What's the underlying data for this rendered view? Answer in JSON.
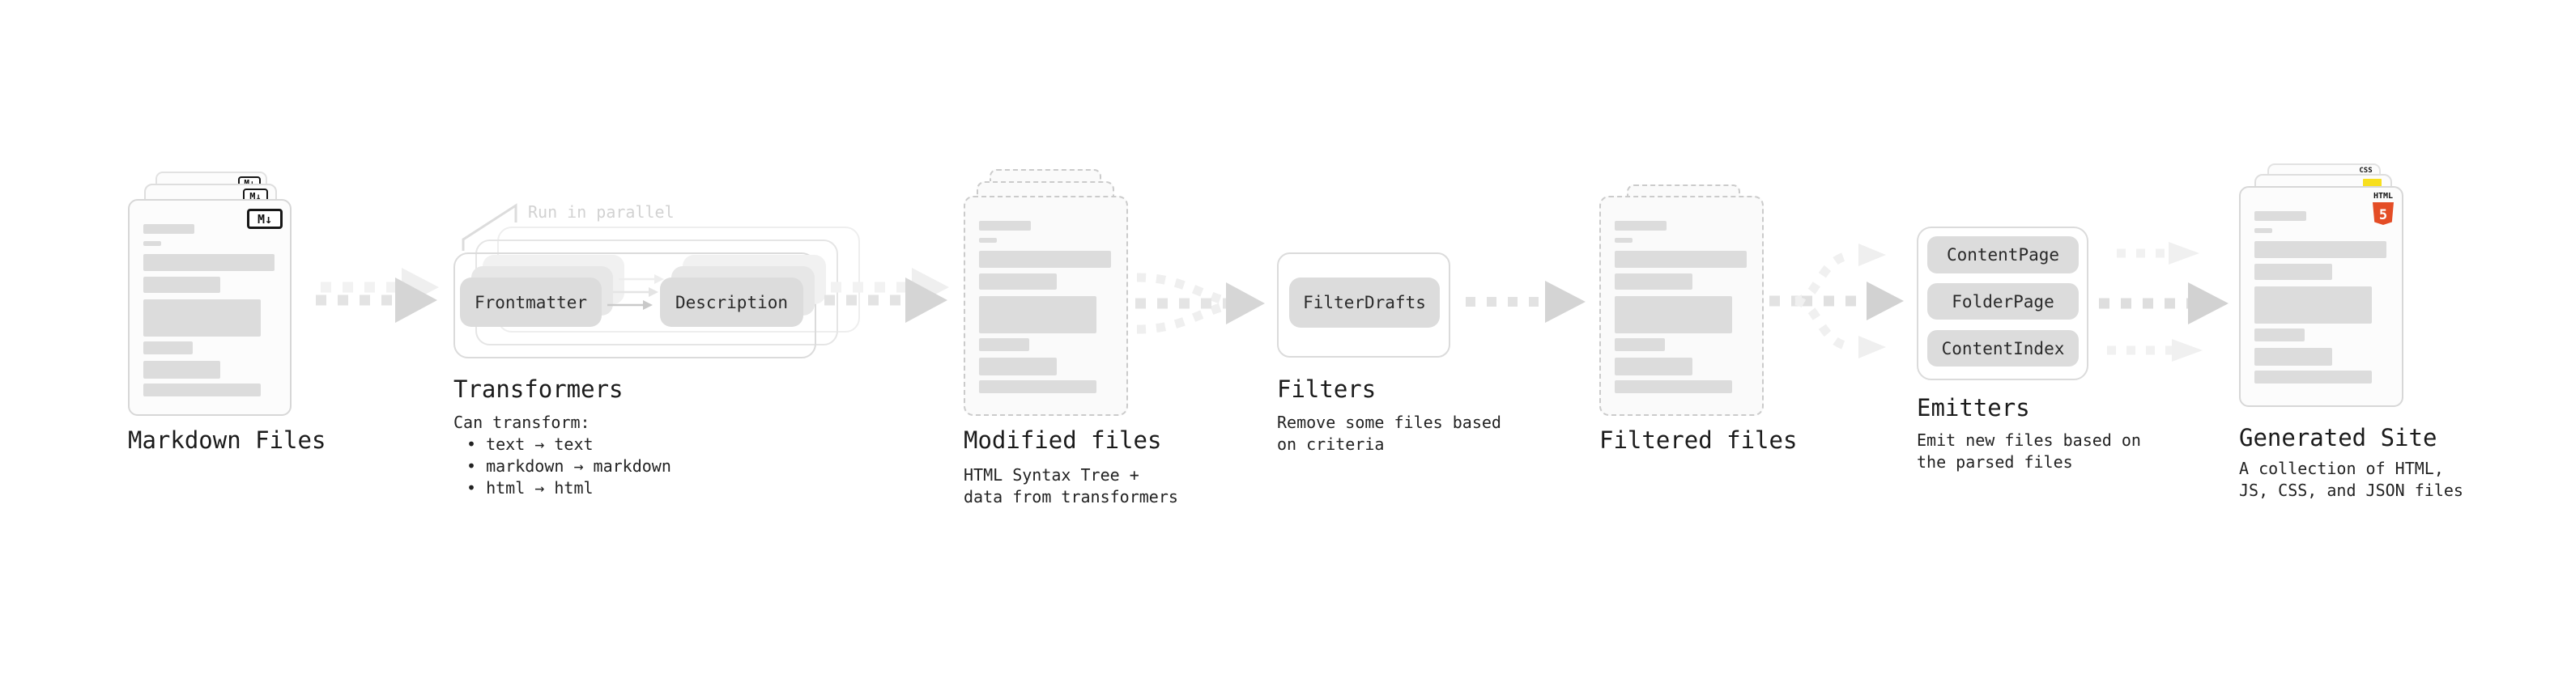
{
  "colors": {
    "html5_orange": "#e44d26",
    "js_yellow": "#f7df1e",
    "css_blue": "#2962ef",
    "chip_fill": "#dcdcdc",
    "bar_fill": "#dcdcdc",
    "label_text": "#1b1b1b",
    "annotation_text": "#d2d2d2"
  },
  "markdown_files": {
    "label": "Markdown Files",
    "icon": "M↓"
  },
  "transformers": {
    "annotation": "Run in parallel",
    "box_left": "Frontmatter",
    "box_right": "Description",
    "label": "Transformers",
    "desc_title": "Can transform:",
    "bullets": [
      "• text → text",
      "• markdown → markdown",
      "• html → html"
    ]
  },
  "modified_files": {
    "label": "Modified files",
    "desc": [
      "HTML Syntax Tree +",
      "data from transformers"
    ]
  },
  "filters": {
    "box": "FilterDrafts",
    "label": "Filters",
    "desc": [
      "Remove some files based",
      "on criteria"
    ]
  },
  "filtered_files": {
    "label": "Filtered files"
  },
  "emitters": {
    "boxes": [
      "ContentPage",
      "FolderPage",
      "ContentIndex"
    ],
    "label": "Emitters",
    "desc": [
      "Emit new files based on",
      "the parsed files"
    ]
  },
  "generated_site": {
    "label": "Generated Site",
    "desc": [
      "A collection of HTML,",
      "JS, CSS, and JSON files"
    ],
    "badges": {
      "css": "CSS",
      "html": "HTML",
      "html_number": "5"
    }
  },
  "file_card_bars": [
    {
      "w": 32,
      "h": 12,
      "mt": 29
    },
    {
      "w": 11,
      "h": 6,
      "mt": 9
    },
    {
      "w": 82,
      "h": 21,
      "mt": 10
    },
    {
      "w": 48,
      "h": 20,
      "mt": 7
    },
    {
      "w": 73,
      "h": 46,
      "mt": 8
    },
    {
      "w": 31,
      "h": 16,
      "mt": 6
    },
    {
      "w": 48,
      "h": 22,
      "mt": 8
    },
    {
      "w": 73,
      "h": 16,
      "mt": 6
    }
  ]
}
